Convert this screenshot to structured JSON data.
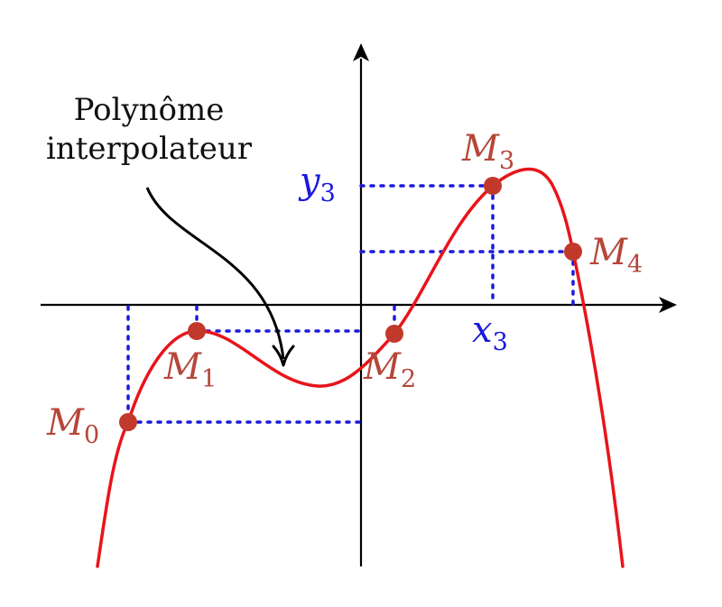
{
  "annotation": {
    "line1": "Polynôme",
    "line2": "interpolateur"
  },
  "points": [
    {
      "letter": "M",
      "sub": "0"
    },
    {
      "letter": "M",
      "sub": "1"
    },
    {
      "letter": "M",
      "sub": "2"
    },
    {
      "letter": "M",
      "sub": "3"
    },
    {
      "letter": "M",
      "sub": "4"
    }
  ],
  "axis_labels": {
    "y3": {
      "letter": "y",
      "sub": "3"
    },
    "x3": {
      "letter": "x",
      "sub": "3"
    }
  },
  "colors": {
    "curve": "#e8141b",
    "points": "#c0392b",
    "point_labels": "#b5473a",
    "guides": "#1a1adc",
    "axes": "#000000",
    "annotation": "#111111"
  }
}
